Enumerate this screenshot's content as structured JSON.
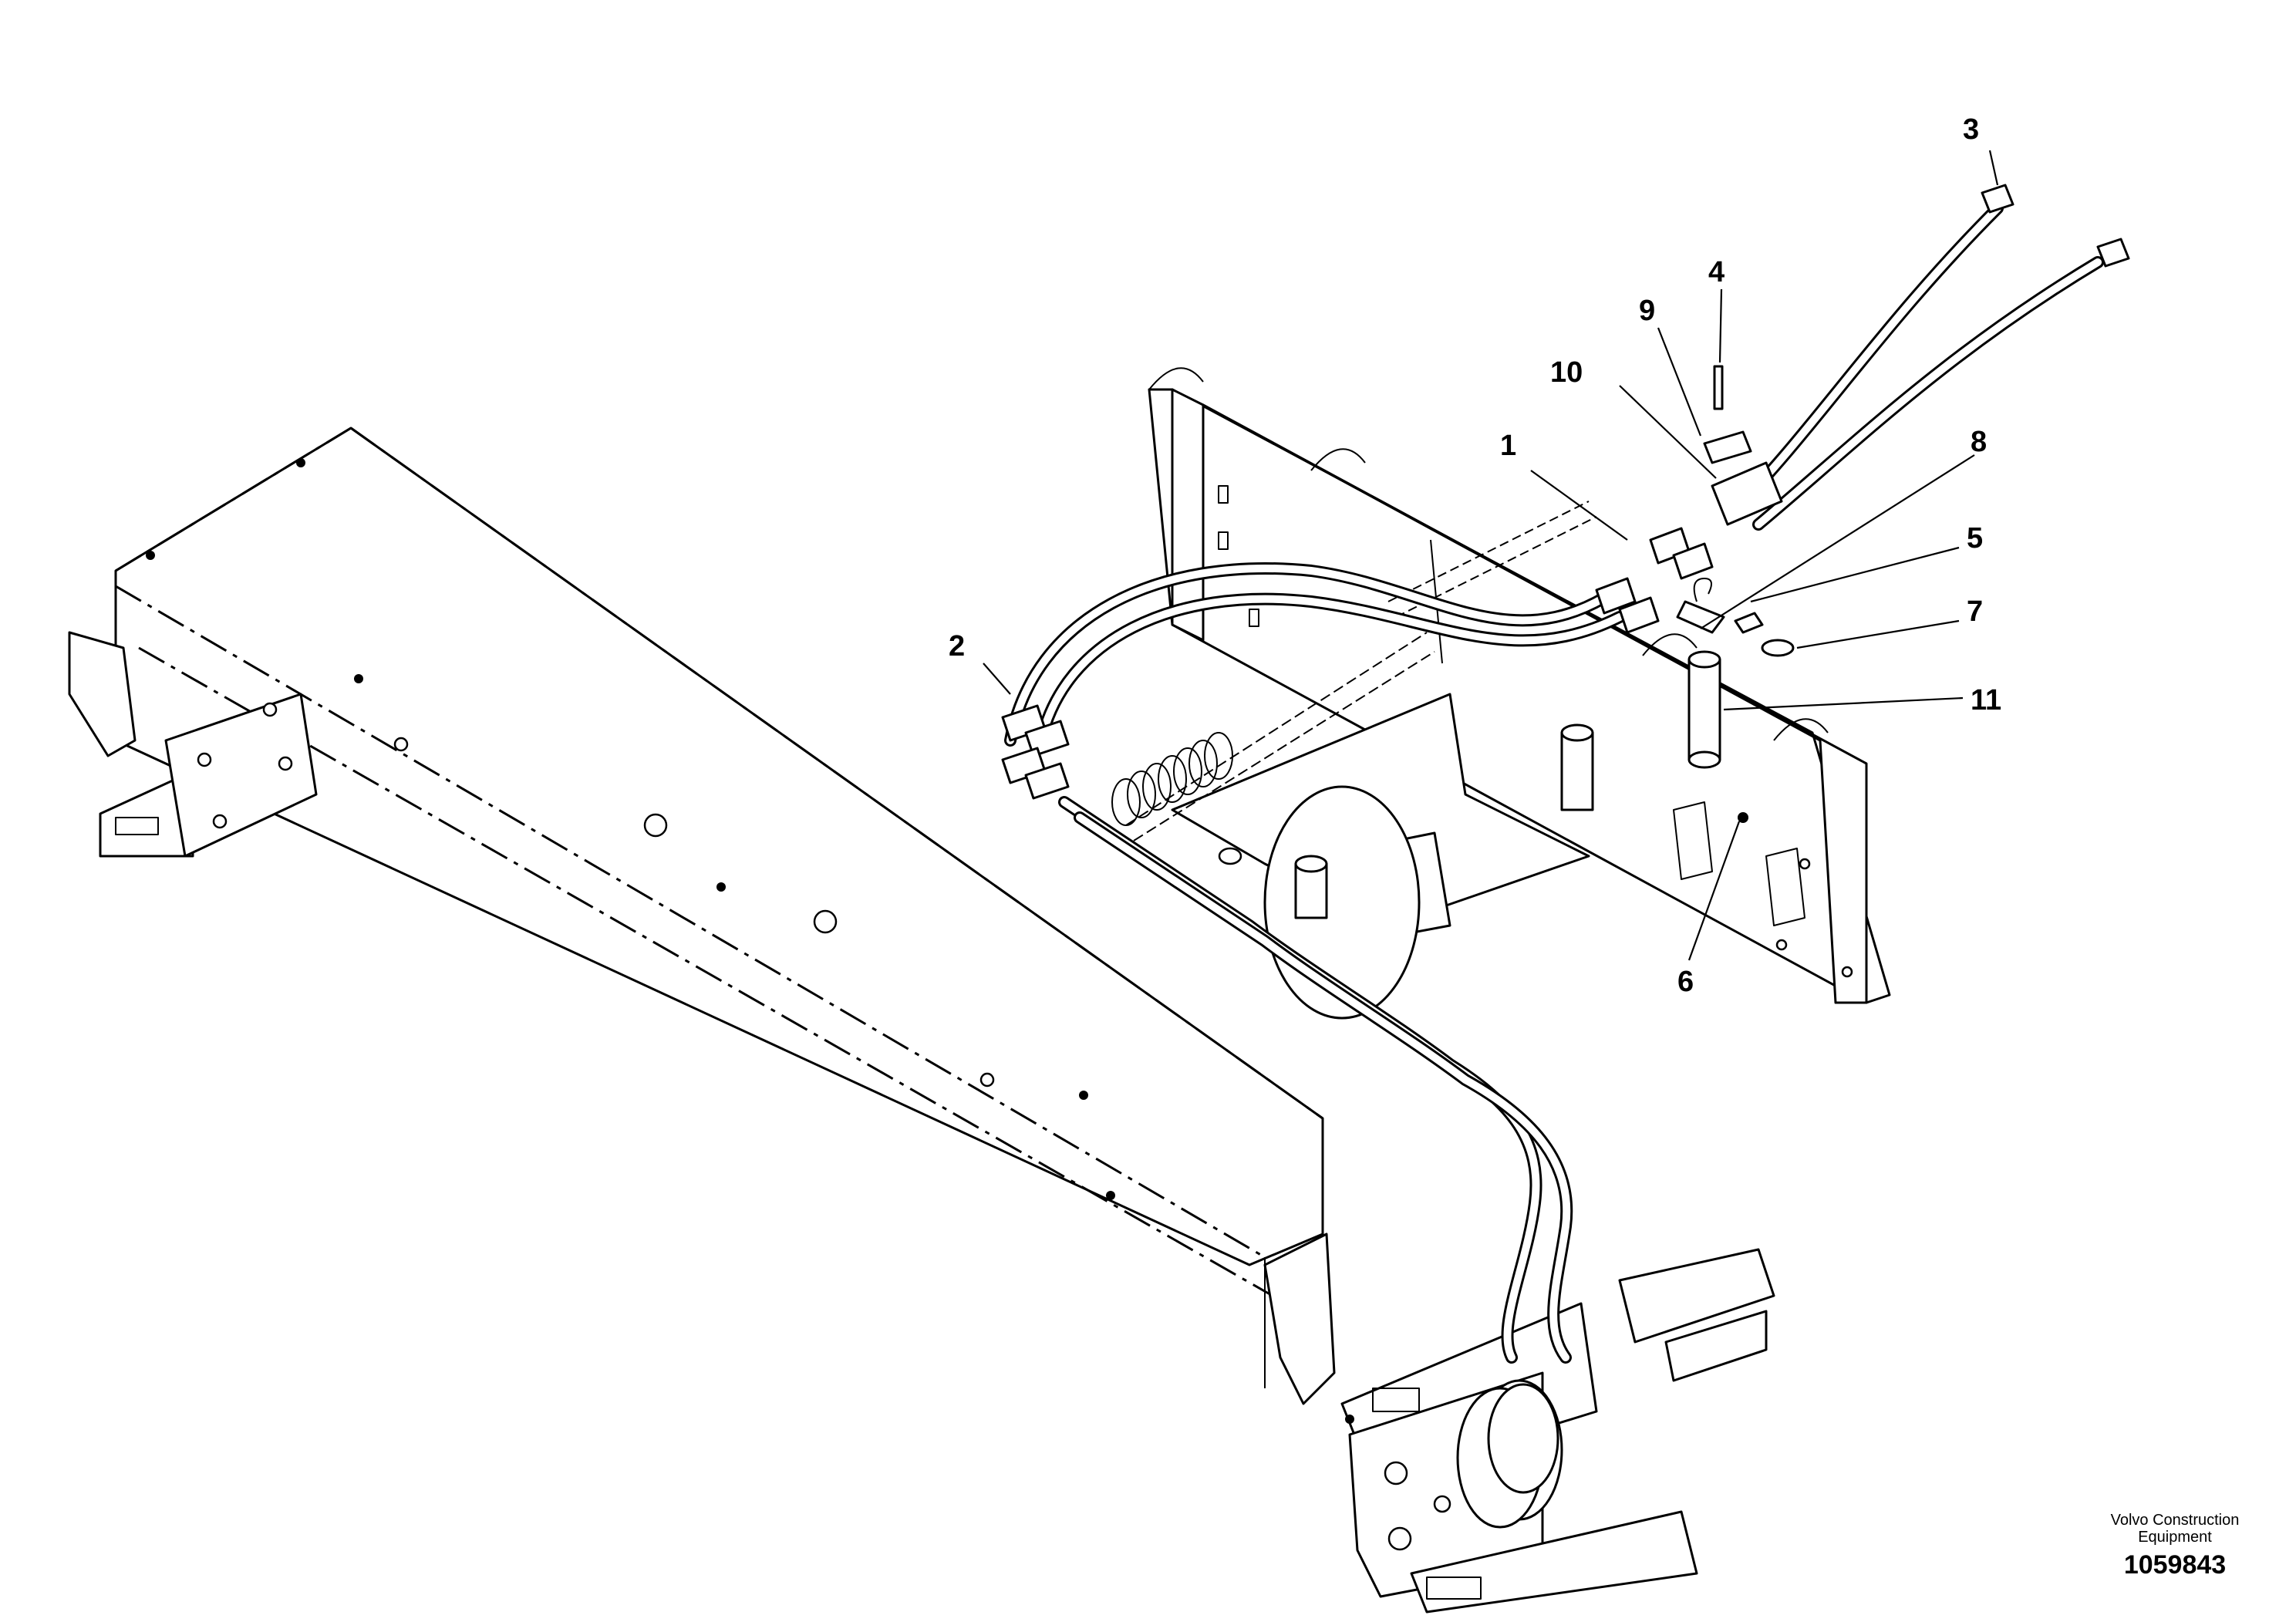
{
  "callouts": [
    {
      "id": "1",
      "label": "1"
    },
    {
      "id": "2",
      "label": "2"
    },
    {
      "id": "3",
      "label": "3"
    },
    {
      "id": "4",
      "label": "4"
    },
    {
      "id": "5",
      "label": "5"
    },
    {
      "id": "6",
      "label": "6"
    },
    {
      "id": "7",
      "label": "7"
    },
    {
      "id": "8",
      "label": "8"
    },
    {
      "id": "9",
      "label": "9"
    },
    {
      "id": "10",
      "label": "10"
    },
    {
      "id": "11",
      "label": "11"
    }
  ],
  "brand": {
    "line1": "Volvo Construction",
    "line2": "Equipment"
  },
  "image_number": "1059843"
}
